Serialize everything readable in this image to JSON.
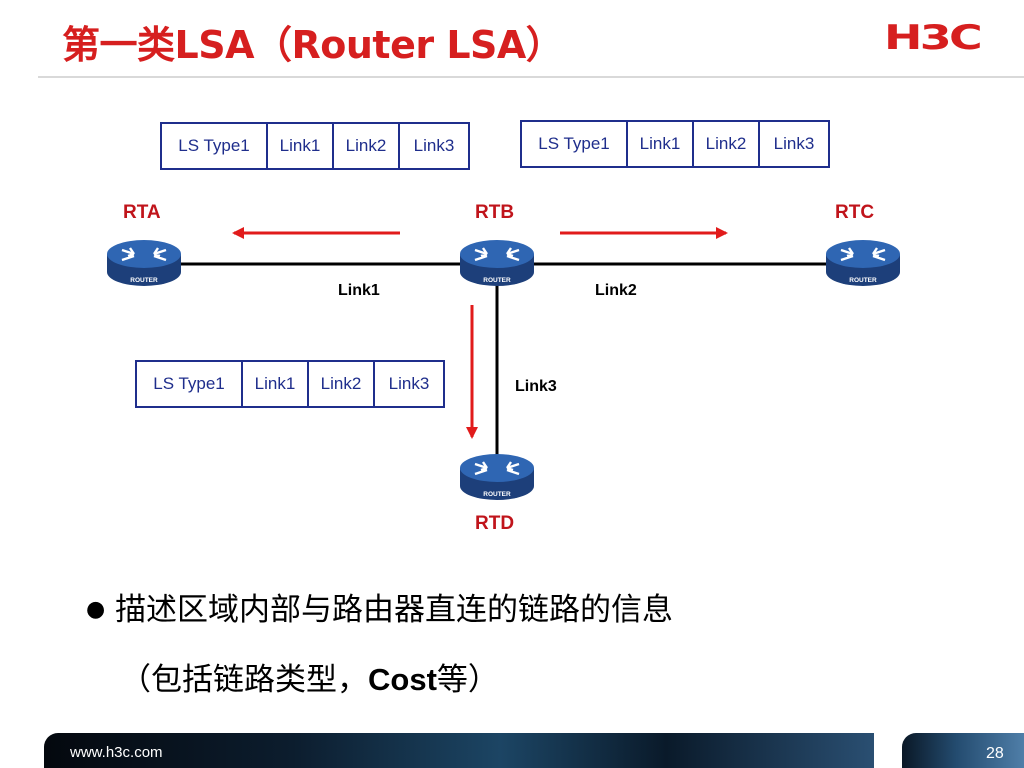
{
  "header": {
    "title": "第一类LSA（Router LSA）",
    "logo_text": "H3C"
  },
  "colors": {
    "accent_red": "#d61f1f",
    "box_border": "#1f2e8c",
    "router_blue": "#2a5da8"
  },
  "diagram": {
    "lsa_boxes": [
      {
        "cells": [
          "LS Type1",
          "Link1",
          "Link2",
          "Link3"
        ]
      },
      {
        "cells": [
          "LS Type1",
          "Link1",
          "Link2",
          "Link3"
        ]
      },
      {
        "cells": [
          "LS Type1",
          "Link1",
          "Link2",
          "Link3"
        ]
      }
    ],
    "routers": [
      {
        "name": "RTA",
        "badge": "ROUTER"
      },
      {
        "name": "RTB",
        "badge": "ROUTER"
      },
      {
        "name": "RTC",
        "badge": "ROUTER"
      },
      {
        "name": "RTD",
        "badge": "ROUTER"
      }
    ],
    "links": [
      "Link1",
      "Link2",
      "Link3"
    ]
  },
  "body": {
    "bullet_line1": "描述区域内部与路由器直连的链路的信息",
    "bullet_line2_prefix": "（包括链路类型，",
    "bullet_line2_bold": "Cost",
    "bullet_line2_suffix": "等）"
  },
  "footer": {
    "url": "www.h3c.com",
    "page_number": "28"
  }
}
